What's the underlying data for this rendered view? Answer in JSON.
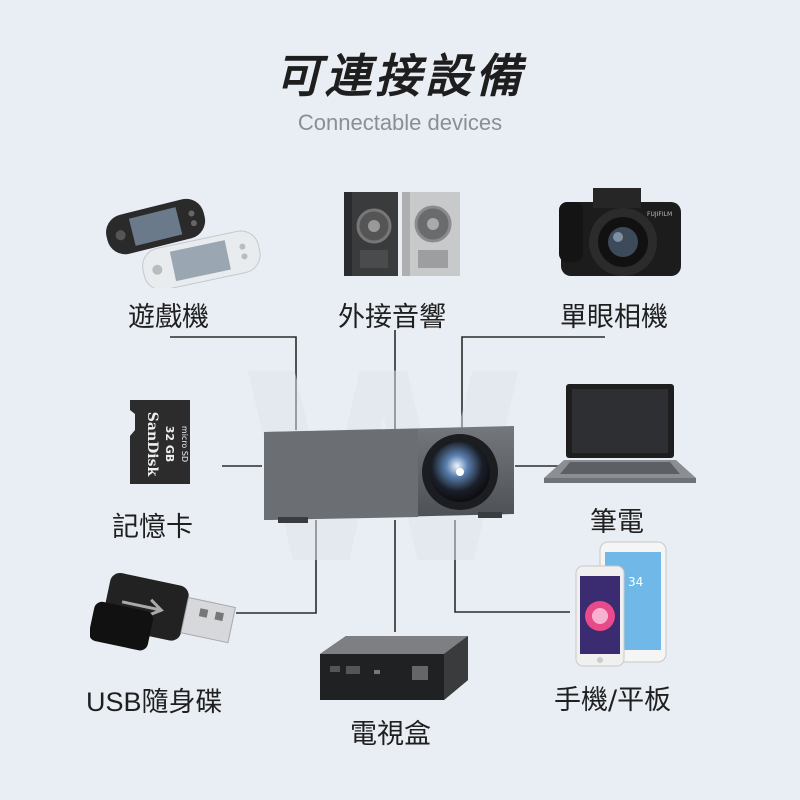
{
  "title": "可連接設備",
  "subtitle": "Connectable devices",
  "devices": {
    "game_console": {
      "label": "遊戲機",
      "icon": "game-console-icon"
    },
    "speaker": {
      "label": "外接音響",
      "icon": "speaker-icon"
    },
    "camera": {
      "label": "單眼相機",
      "icon": "dslr-camera-icon",
      "brand": "FUJIFILM"
    },
    "memory_card": {
      "label": "記憶卡",
      "icon": "sd-card-icon",
      "brand": "SanDisk",
      "capacity": "32 GB",
      "logo": "micro SD"
    },
    "laptop": {
      "label": "筆電",
      "icon": "laptop-icon"
    },
    "usb": {
      "label": "USB隨身碟",
      "icon": "usb-drive-icon"
    },
    "tv_box": {
      "label": "電視盒",
      "icon": "tv-box-icon"
    },
    "phone": {
      "label": "手機/平板",
      "icon": "phone-tablet-icon",
      "screen_time": "34"
    }
  },
  "center": {
    "icon": "projector-icon"
  },
  "colors": {
    "line": "#2b2b2b",
    "projector": "#5f6367",
    "background": "#e8eef4"
  }
}
